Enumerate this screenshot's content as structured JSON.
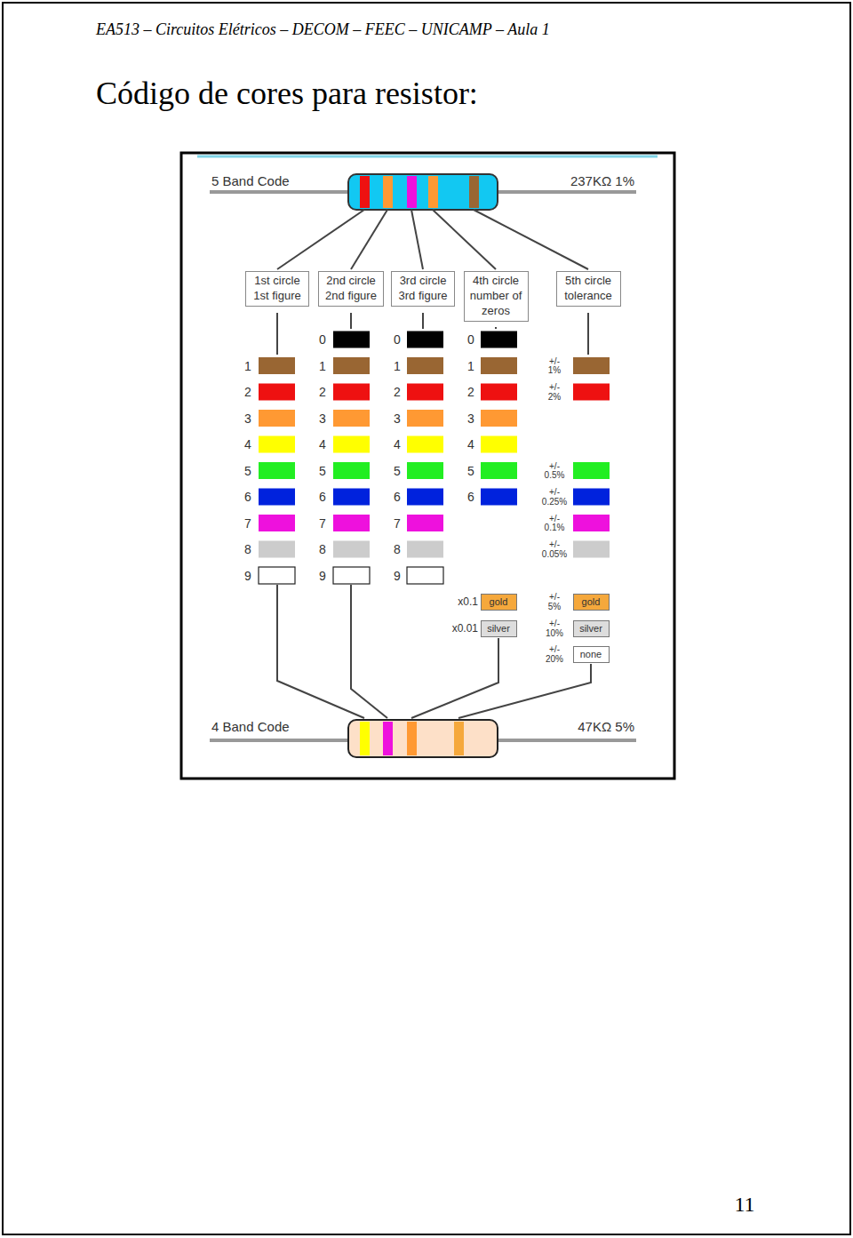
{
  "diagram": {
    "title": "Código de cores para resistor:",
    "nodes": [
      {
        "text": [
          "1st circle",
          "1st figure"
        ]
      },
      {
        "text": [
          "2nd circle",
          "2nd figure"
        ]
      },
      {
        "text": [
          "3rd circle",
          "3rd figure"
        ]
      },
      {
        "text": [
          "4th circle",
          "number of zeros"
        ]
      },
      {
        "text": [
          "5th circle",
          "tolerance"
        ]
      },
      {
        "text": [
          "gold"
        ]
      },
      {
        "text": [
          "silver"
        ]
      },
      {
        "text": [
          "gold"
        ]
      },
      {
        "text": [
          "silver"
        ]
      },
      {
        "text": [
          "none"
        ]
      }
    ],
    "labels": [
      "EA513 – Circuitos Elétricos – DECOM – FEEC – UNICAMP – Aula 1",
      "5 Band Code",
      "237KΩ 1%",
      "1",
      "2",
      "3",
      "4",
      "5",
      "6",
      "7",
      "8",
      "9",
      "0",
      "1",
      "2",
      "3",
      "4",
      "5",
      "6",
      "7",
      "8",
      "9",
      "0",
      "1",
      "2",
      "3",
      "4",
      "5",
      "6",
      "7",
      "8",
      "9",
      "0",
      "1",
      "2",
      "3",
      "4",
      "5",
      "6",
      "+/- 1%",
      "+/- 2%",
      "+/- 0.5%",
      "+/- 0.25%",
      "+/- 0.1%",
      "+/- 0.05%",
      "x0.1",
      "x0.01",
      "+/- 5%",
      "+/- 10%",
      "+/- 20%",
      "4 Band Code",
      "47KΩ 5%",
      "11"
    ]
  }
}
